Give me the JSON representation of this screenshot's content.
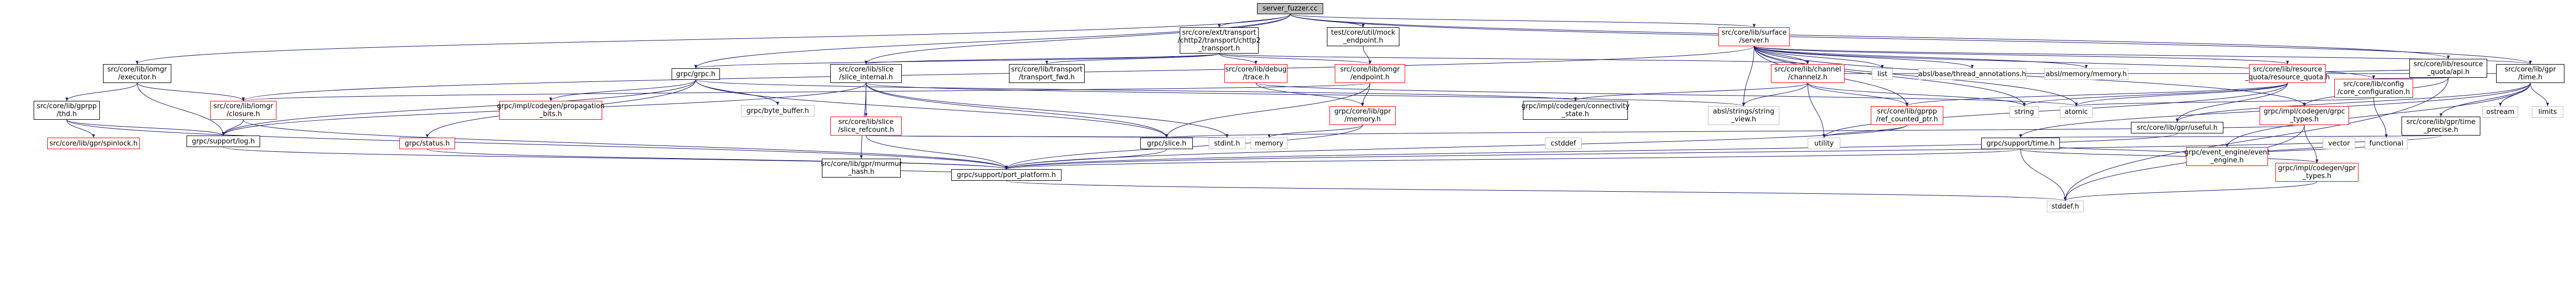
{
  "colors": {
    "edge": "#191970",
    "linked_border": "#000000",
    "missing_border": "#bfbfbf",
    "broken_border": "#ff0000",
    "root_fill": "#bfbfbf"
  },
  "nodes": {
    "root": "server_fuzzer.cc",
    "trans": "src/core/ext/transport\n/chttp2/transport/chttp2\n_transport.h",
    "mock": "test/core/util/mock\n_endpoint.h",
    "surface": "src/core/lib/surface\n/server.h",
    "quotaapi": "src/core/lib/resource\n_quota/api.h",
    "executor": "src/core/lib/iomgr\n/executor.h",
    "grpc": "grpc/grpc.h",
    "sliceint": "src/core/lib/slice\n/slice_internal.h",
    "tfed": "src/core/lib/transport\n/transport_fwd.h",
    "trace": "src/core/lib/debug\n/trace.h",
    "endpoint": "src/core/lib/iomgr\n/endpoint.h",
    "channelz": "src/core/lib/channel\n/channelz.h",
    "list": "list",
    "abslthread": "absl/base/thread_annotations.h",
    "abslmem": "absl/memory/memory.h",
    "rquota": "src/core/lib/resource\n_quota/resource_quota.h",
    "config": "src/core/lib/config\n/core_configuration.h",
    "gtime": "src/core/lib/gpr\n/time.h",
    "thd": "src/core/lib/gprpp\n/thd.h",
    "closure": "src/core/lib/iomgr\n/closure.h",
    "propbits": "grpc/impl/codegen/propagation\n_bits.h",
    "bytebuf": "grpc/byte_buffer.h",
    "refcount": "src/core/lib/slice\n/slice_refcount.h",
    "murmur": "src/core/lib/gpr/murmur\n_hash.h",
    "memory": "grpc/core/lib/gpr\n/memory.h",
    "connstate": "grpc/impl/codegen/connectivity\n_state.h",
    "abslstr": "absl/strings/string\n_view.h",
    "refcounted": "src/core/lib/gprpp\n/ref_counted_ptr.h",
    "string": "string",
    "atomic": "atomic",
    "useful": "src/core/lib/gpr/useful.h",
    "gprtime": "src/core/lib/gpr/time\n_precise.h",
    "eventengine": "grpc/event_engine/event\n_engine.h",
    "grpctypes": "grpc/impl/codegen/grpc\n_types.h",
    "ostream": "ostream",
    "limits": "limits",
    "spinlock": "src/core/lib/gpr/spinlock.h",
    "log": "grpc/support/log.h",
    "status": "grpc/status.h",
    "slice": "grpc/slice.h",
    "stdint": "stdint.h",
    "memstd": "memory",
    "cstddef": "cstddef",
    "utility": "utility",
    "suptime": "grpc/support/time.h",
    "vector": "vector",
    "functional": "functional",
    "portplat": "grpc/support/port_platform.h",
    "gprtypes": "grpc/impl/codegen/gpr\n_types.h",
    "stddef": "stddef.h"
  }
}
